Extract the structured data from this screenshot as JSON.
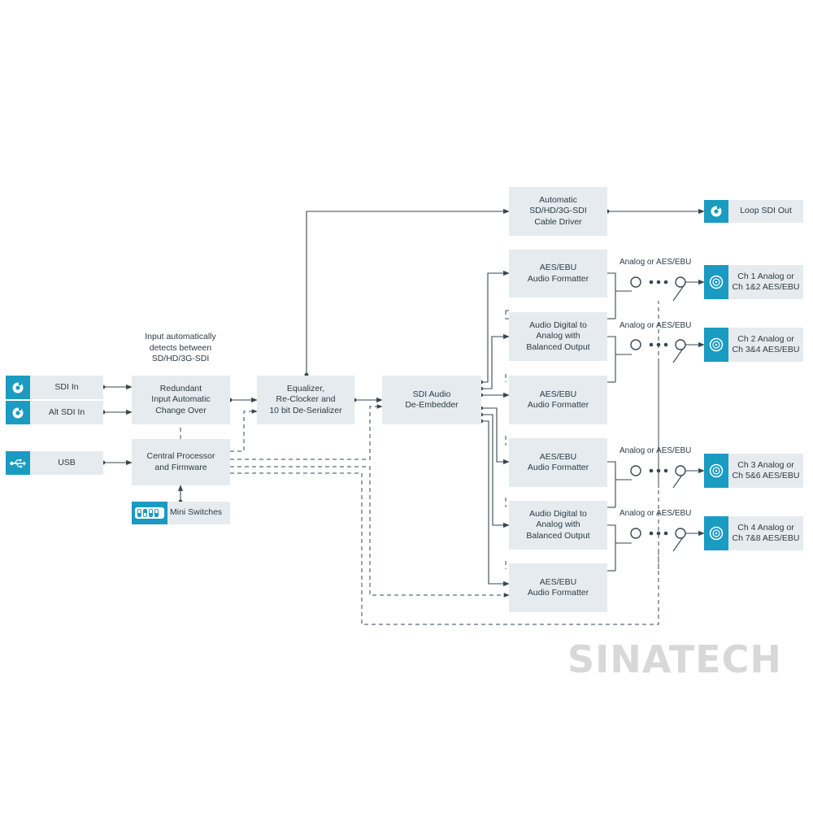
{
  "inputs": {
    "sdi_in": "SDI In",
    "alt_sdi_in": "Alt SDI In",
    "usb": "USB"
  },
  "blocks": {
    "redundant": "Redundant\nInput Automatic\nChange Over",
    "central": "Central Processor\nand Firmware",
    "mini_switches": "Mini Switches",
    "equalizer": "Equalizer,\nRe-Clocker and\n10 bit De-Serializer",
    "de_embedder": "SDI Audio\nDe-Embedder",
    "cable_driver": "Automatic\nSD/HD/3G-SDI\nCable Driver",
    "formatters": [
      "AES/EBU\nAudio Formatter",
      "Audio Digital to\nAnalog with\nBalanced Output",
      "AES/EBU\nAudio Formatter",
      "AES/EBU\nAudio Formatter",
      "Audio Digital to\nAnalog with\nBalanced Output",
      "AES/EBU\nAudio Formatter"
    ]
  },
  "note_input_detect": "Input automatically\ndetects between\nSD/HD/3G-SDI",
  "switch_label": "Analog or AES/EBU",
  "outputs": {
    "loop": "Loop SDI Out",
    "channels": [
      "Ch 1 Analog or\nCh 1&2 AES/EBU",
      "Ch 2 Analog or\nCh 3&4 AES/EBU",
      "Ch 3 Analog or\nCh 5&6 AES/EBU",
      "Ch 4 Analog or\nCh 7&8 AES/EBU"
    ]
  },
  "watermark": "SINATECH",
  "colors": {
    "accent": "#1a9bc1",
    "box_fill": "#e6ebef",
    "line": "#3a4650"
  },
  "icons": {
    "bnc": "bnc-connector-icon",
    "usb": "usb-icon",
    "switches": "dip-switch-icon",
    "output": "bnc-output-icon"
  }
}
